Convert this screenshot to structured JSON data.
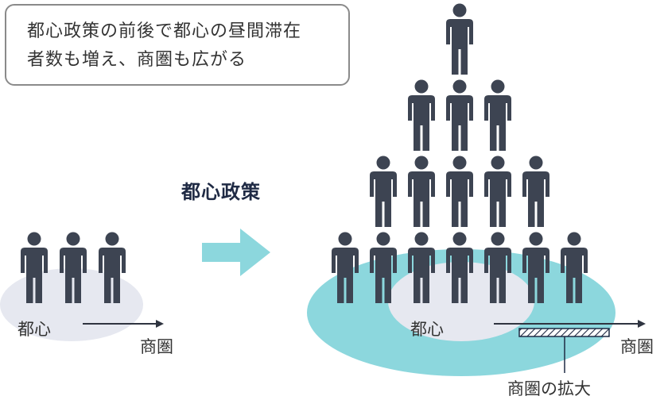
{
  "callout": {
    "line1": "都心政策の前後で都心の昼間滞在",
    "line2": "者数も増え、商圏も広がる"
  },
  "policy_label": "都心政策",
  "before": {
    "center_label": "都心",
    "trade_area_label": "商圏",
    "people_rows": [
      3
    ]
  },
  "after": {
    "center_label": "都心",
    "trade_area_label": "商圏",
    "expansion_label": "商圏の拡大",
    "people_rows": [
      1,
      3,
      5,
      7
    ]
  },
  "colors": {
    "person": "#3d4452",
    "core_ellipse": "#e6e8f0",
    "expanded_ellipse": "#8cd7dd",
    "arrow": "#8cd7dd",
    "axis": "#2f3440",
    "hatch": "#1f2a44"
  },
  "icons": {
    "person": "person-icon",
    "transition_arrow": "right-arrow-icon"
  }
}
